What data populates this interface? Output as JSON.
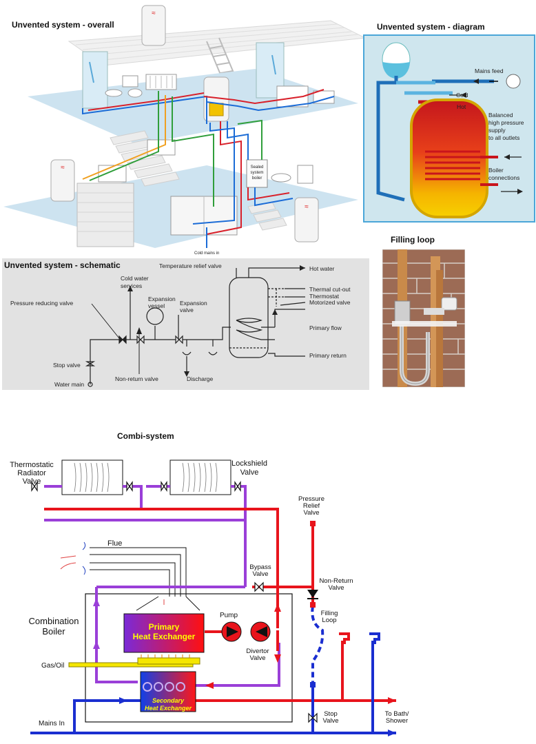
{
  "titles": {
    "overall": "Unvented system - overall",
    "diagram": "Unvented system - diagram",
    "filling_loop": "Filling loop",
    "schematic": "Unvented system - schematic",
    "combi": "Combi-system"
  },
  "overall": {
    "sealed_boiler": [
      "Sealed",
      "system",
      "boiler"
    ],
    "cold_mains": "Cold mains in"
  },
  "diagram": {
    "mains_feed": "Mains feed",
    "cold": "Cold",
    "hot": "Hot",
    "balanced": [
      "Balanced",
      "high pressure",
      "supply",
      "to all outlets"
    ],
    "boiler_connections": [
      "Boiler",
      "connections"
    ]
  },
  "schematic": {
    "temperature_relief_valve": "Temperature relief valve",
    "hot_water": "Hot water",
    "cold_water_services": [
      "Cold water",
      "services"
    ],
    "expansion_vessel": [
      "Expansion",
      "vessel"
    ],
    "expansion_valve": [
      "Expansion",
      "valve"
    ],
    "pressure_reducing_valve": "Pressure reducing valve",
    "thermal_cutout": "Thermal cut-out",
    "thermostat": "Thermostat",
    "motorized_valve": "Motorized valve",
    "primary_flow": "Primary flow",
    "primary_return": "Primary return",
    "stop_valve": "Stop valve",
    "water_main": "Water main",
    "non_return_valve": "Non-return valve",
    "discharge": "Discharge"
  },
  "combi": {
    "thermostatic_radiator_valve": [
      "Thermostatic",
      "Radiator",
      "Valve"
    ],
    "lockshield_valve": [
      "Lockshield",
      "Valve"
    ],
    "pressure_relief_valve": [
      "Pressure",
      "Relief",
      "Valve"
    ],
    "flue": "Flue",
    "bypass_valve": [
      "Bypass",
      "Valve"
    ],
    "non_return_valve": [
      "Non-Return",
      "Valve"
    ],
    "combination_boiler": [
      "Combination",
      "Boiler"
    ],
    "primary_hx": [
      "Primary",
      "Heat Exchanger"
    ],
    "pump": "Pump",
    "divertor_valve": [
      "Divertor",
      "Valve"
    ],
    "filling_loop": [
      "Filling",
      "Loop"
    ],
    "gas_oil": "Gas/Oil",
    "secondary_hx": [
      "Secondary",
      "Heat Exchanger"
    ],
    "stop_valve": [
      "Stop",
      "Valve"
    ],
    "to_bath": [
      "To Bath/",
      "Shower"
    ],
    "mains_in": "Mains In"
  },
  "colors": {
    "hot": "#e8141c",
    "cold": "#1a2ed0",
    "return": "#9a3fd8",
    "gas": "#f5e600",
    "floor": "#cde3f0",
    "diagram_bg": "#cfe6ee",
    "diagram_border": "#4aa6d8",
    "schematic_bg": "#e2e2e2"
  }
}
